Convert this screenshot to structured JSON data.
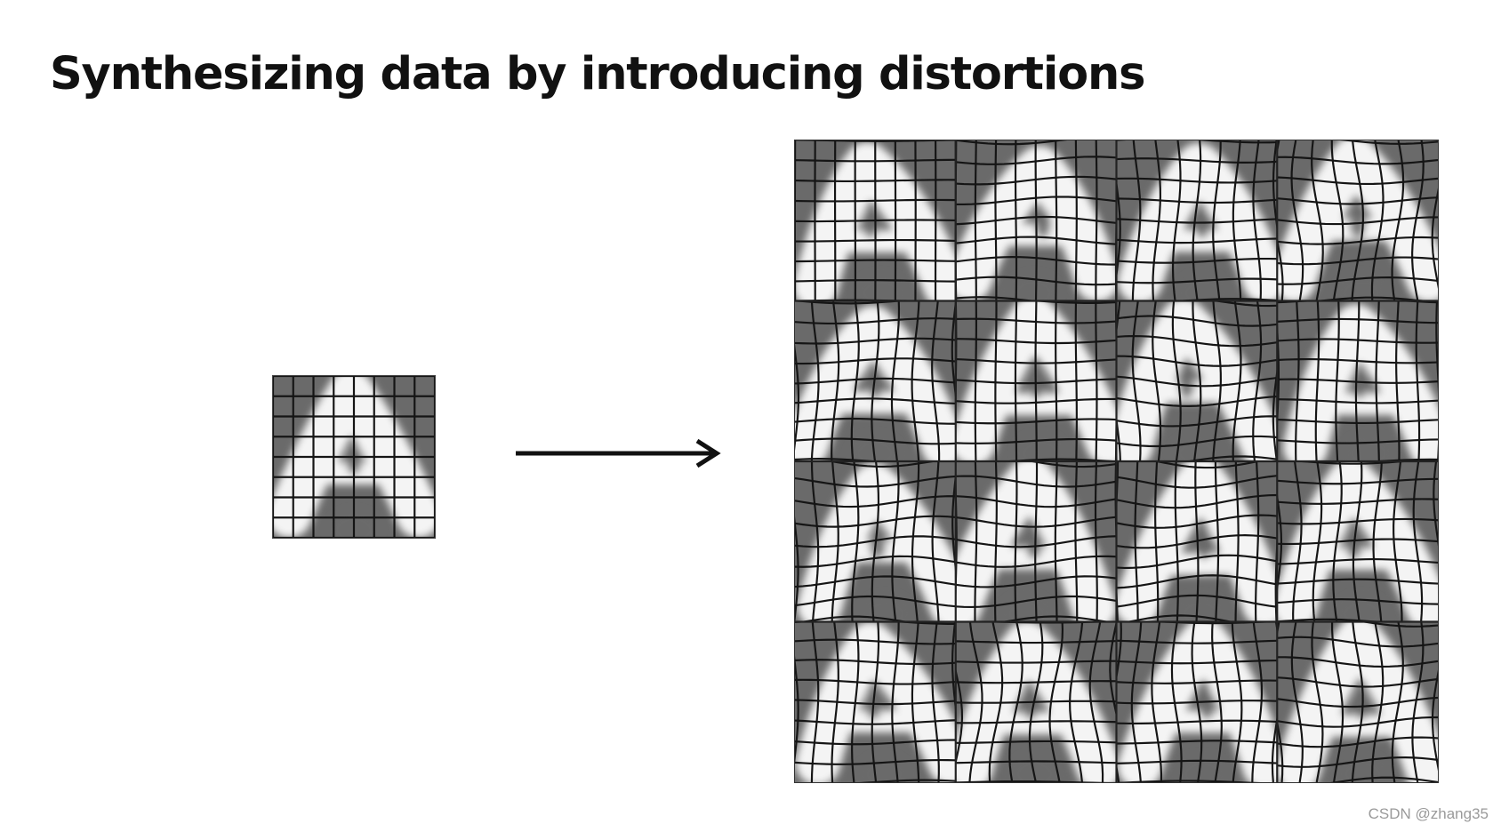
{
  "slide": {
    "title": "Synthesizing data by introducing distortions"
  },
  "original_sample": {
    "letter": "A",
    "grid_cells": 8
  },
  "transformation_arrow": {
    "icon": "arrow-right-icon"
  },
  "distorted_samples": {
    "letter": "A",
    "rows": 4,
    "cols": 4,
    "count": 16,
    "grid_cells_each": 8
  },
  "watermark": {
    "text": "CSDN @zhang35"
  },
  "colors": {
    "background": "#ffffff",
    "cell_background": "#6a6a6a",
    "letter": "#f4f4f4",
    "grid_line": "#151515",
    "title": "#111111",
    "watermark": "#9a9a9a"
  }
}
